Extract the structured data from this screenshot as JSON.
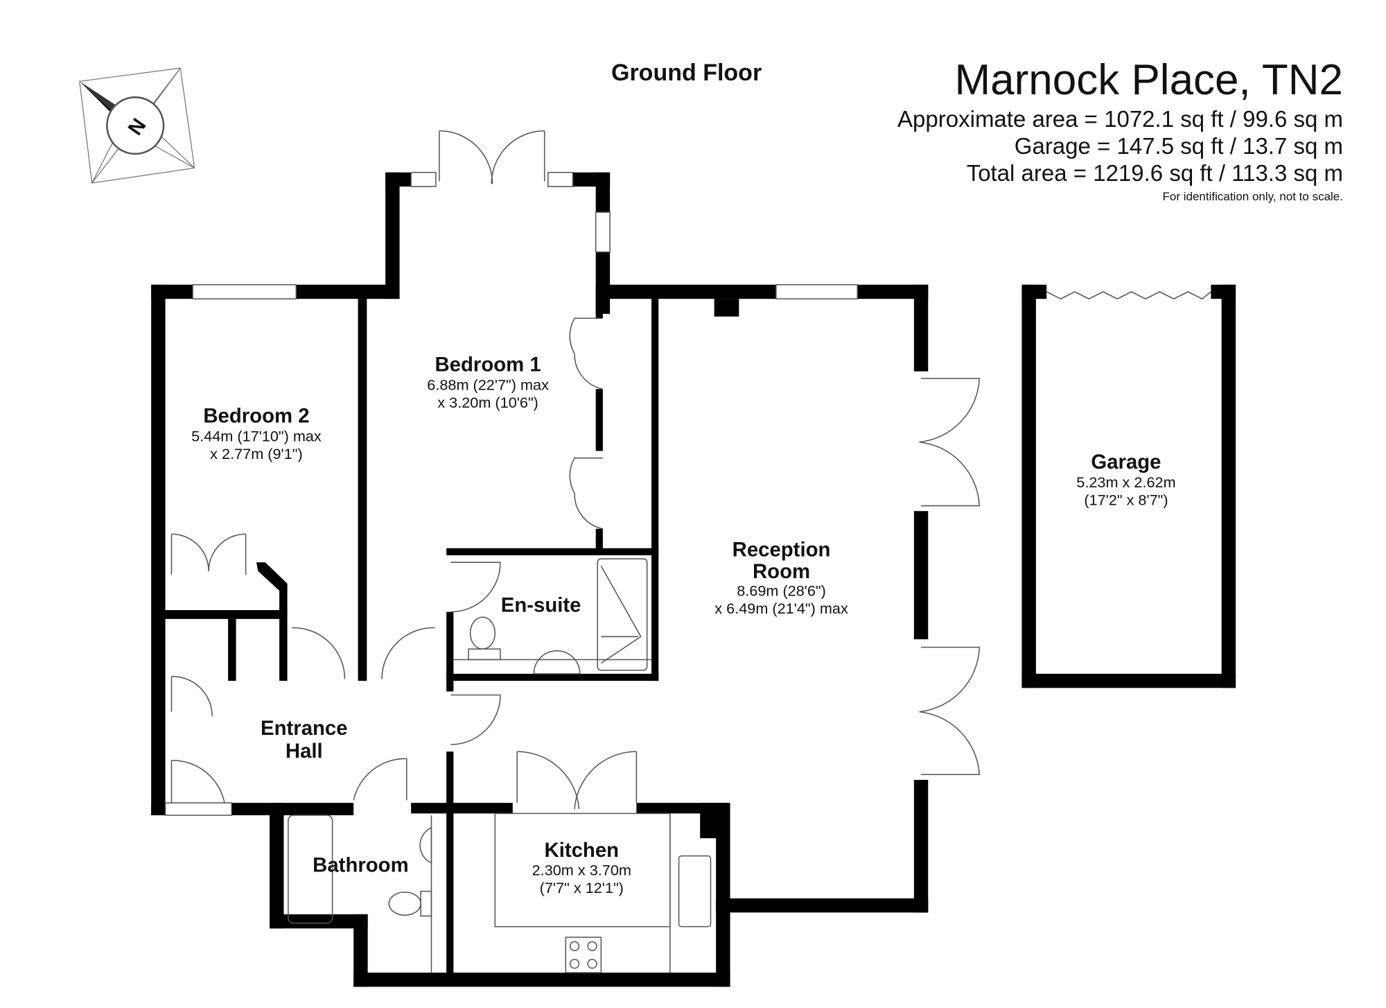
{
  "header": {
    "floor_label": "Ground Floor",
    "property_name": "Marnock Place, TN2",
    "approx_area": "Approximate area = 1072.1 sq ft / 99.6 sq m",
    "garage_area": "Garage = 147.5 sq ft / 13.7 sq m",
    "total_area": "Total area = 1219.6 sq ft / 113.3 sq m",
    "disclaimer": "For identification only, not to scale."
  },
  "compass": {
    "label": "N"
  },
  "rooms": {
    "bedroom2": {
      "name": "Bedroom 2",
      "dim1": "5.44m (17'10\") max",
      "dim2": "x 2.77m (9'1\")"
    },
    "bedroom1": {
      "name": "Bedroom 1",
      "dim1": "6.88m (22'7\") max",
      "dim2": "x 3.20m (10'6\")"
    },
    "ensuite": {
      "name": "En-suite"
    },
    "reception": {
      "name1": "Reception",
      "name2": "Room",
      "dim1": "8.69m (28'6\")",
      "dim2": "x 6.49m (21'4\") max"
    },
    "garage": {
      "name": "Garage",
      "dim1": "5.23m x 2.62m",
      "dim2": "(17'2\" x 8'7\")"
    },
    "entrance": {
      "name1": "Entrance",
      "name2": "Hall"
    },
    "bathroom": {
      "name": "Bathroom"
    },
    "kitchen": {
      "name": "Kitchen",
      "dim1": "2.30m x 3.70m",
      "dim2": "(7'7\" x 12'1\")"
    }
  }
}
